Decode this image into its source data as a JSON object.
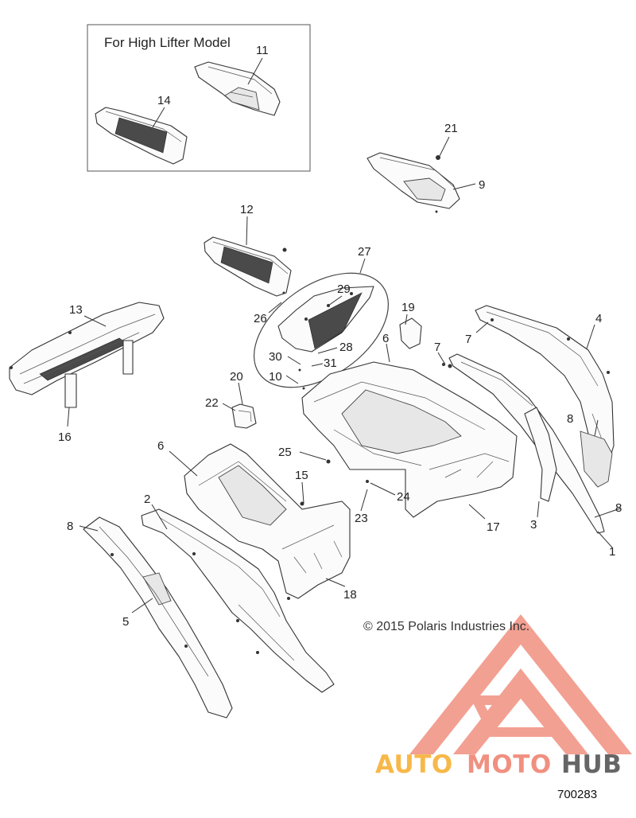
{
  "inset": {
    "title": "For High Lifter Model"
  },
  "copyright": "© 2015 Polaris Industries Inc.",
  "diagram_id": "700283",
  "watermark": {
    "word_1": "AUTO",
    "word_2": "MOTO",
    "word_3": "HUB",
    "color_primary": "#f09080",
    "color_secondary": "#f7b84a",
    "color_tertiary": "#666666"
  },
  "callouts": [
    {
      "id": "c11",
      "label": "11"
    },
    {
      "id": "c14",
      "label": "14"
    },
    {
      "id": "c21",
      "label": "21"
    },
    {
      "id": "c9",
      "label": "9"
    },
    {
      "id": "c12",
      "label": "12"
    },
    {
      "id": "c27",
      "label": "27"
    },
    {
      "id": "c29",
      "label": "29"
    },
    {
      "id": "c26",
      "label": "26"
    },
    {
      "id": "c19",
      "label": "19"
    },
    {
      "id": "c7a",
      "label": "7"
    },
    {
      "id": "c4",
      "label": "4"
    },
    {
      "id": "c13",
      "label": "13"
    },
    {
      "id": "c28",
      "label": "28"
    },
    {
      "id": "c6a",
      "label": "6"
    },
    {
      "id": "c7b",
      "label": "7"
    },
    {
      "id": "c30",
      "label": "30"
    },
    {
      "id": "c31",
      "label": "31"
    },
    {
      "id": "c10",
      "label": "10"
    },
    {
      "id": "c20",
      "label": "20"
    },
    {
      "id": "c22",
      "label": "22"
    },
    {
      "id": "c16",
      "label": "16"
    },
    {
      "id": "c8a",
      "label": "8"
    },
    {
      "id": "c6b",
      "label": "6"
    },
    {
      "id": "c25",
      "label": "25"
    },
    {
      "id": "c15",
      "label": "15"
    },
    {
      "id": "c24",
      "label": "24"
    },
    {
      "id": "c2",
      "label": "2"
    },
    {
      "id": "c8b",
      "label": "8"
    },
    {
      "id": "c23",
      "label": "23"
    },
    {
      "id": "c17",
      "label": "17"
    },
    {
      "id": "c3",
      "label": "3"
    },
    {
      "id": "c1",
      "label": "1"
    },
    {
      "id": "c8c",
      "label": "8"
    },
    {
      "id": "c5",
      "label": "5"
    },
    {
      "id": "c18",
      "label": "18"
    }
  ]
}
